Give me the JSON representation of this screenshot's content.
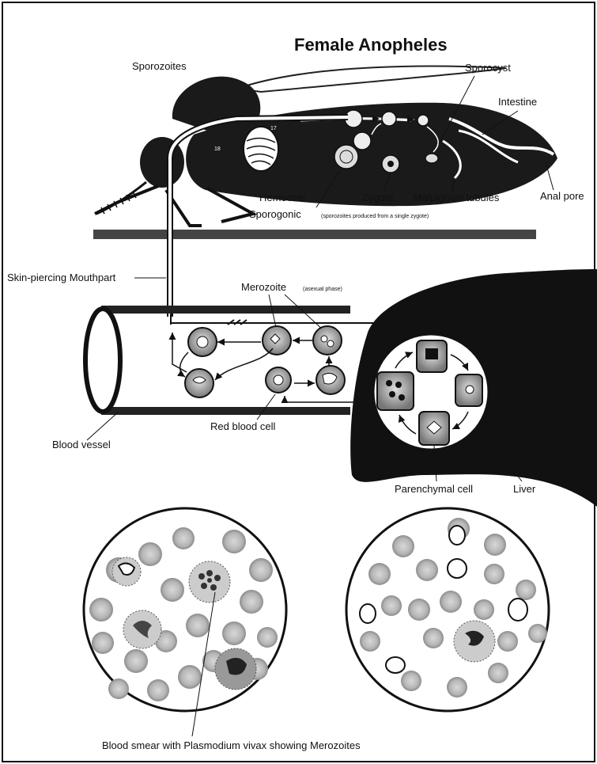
{
  "title": "Female Anopheles",
  "labels": {
    "sporozoites": "Sporozoites",
    "sporocyst": "Sporocyst",
    "intestine": "Intestine",
    "hemocele": "Hemocele",
    "zygote": "Zygote",
    "malpighian": "Malpighian tubules",
    "anal_pore": "Anal pore",
    "sporogonic": "Sporogonic",
    "sporogonic_note": "(sporozoites produced from a single zygote)",
    "mouthpart": "Skin-piercing Mouthpart",
    "merozoite": "Merozoite",
    "merozoite_note": "(asexual phase)",
    "blood_vessel": "Blood vessel",
    "red_blood_cell": "Red blood cell",
    "parenchymal": "Parenchymal cell",
    "liver": "Liver",
    "smear_caption": "Blood smear with Plasmodium vivax showing Merozoites"
  },
  "gland_numbers": [
    "17",
    "18"
  ]
}
